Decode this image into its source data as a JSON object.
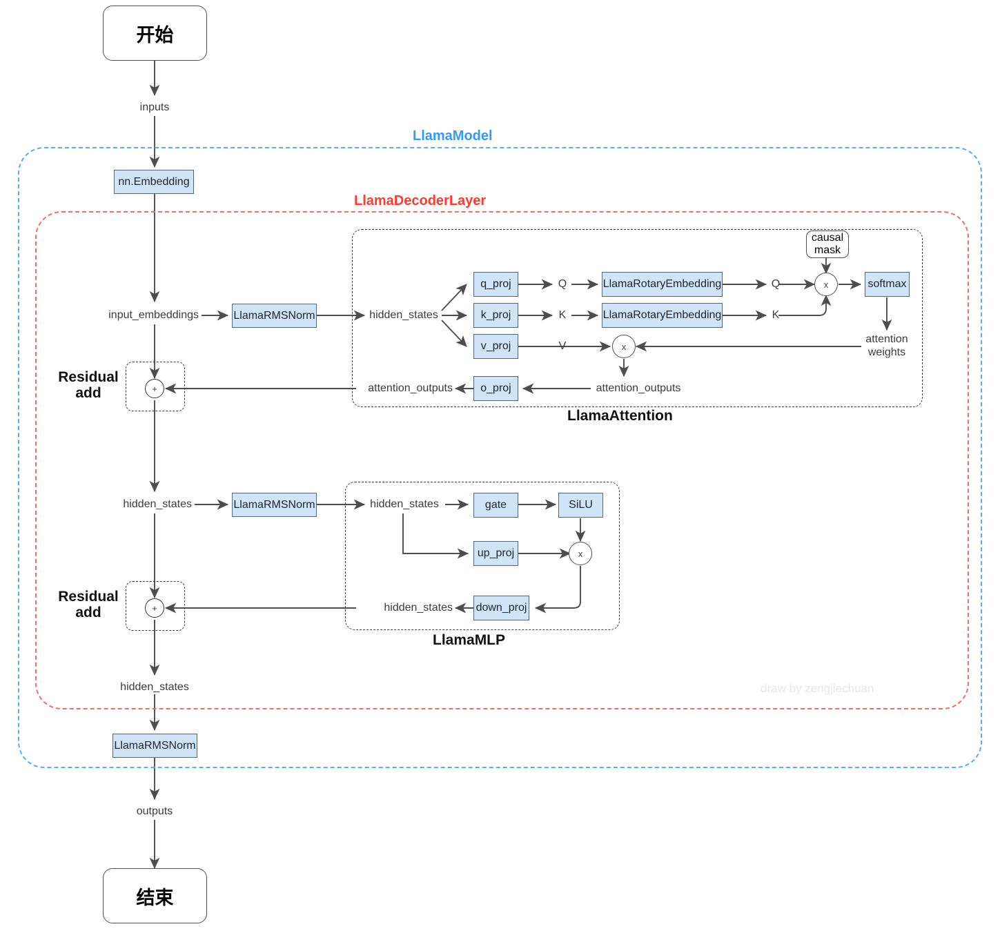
{
  "diagram": {
    "title_watermark": "draw by zengjiechuan",
    "groups": {
      "model": "LlamaModel",
      "decoder": "LlamaDecoderLayer",
      "attention": "LlamaAttention",
      "mlp": "LlamaMLP"
    },
    "terminators": {
      "start": "开始",
      "end": "结束"
    },
    "residual": {
      "line1": "Residual",
      "line2": "add",
      "symbol": "+"
    },
    "nodes": {
      "embedding": "nn.Embedding",
      "rmsnorm_attn": "LlamaRMSNorm",
      "rmsnorm_mlp": "LlamaRMSNorm",
      "rmsnorm_final": "LlamaRMSNorm",
      "q_proj": "q_proj",
      "k_proj": "k_proj",
      "v_proj": "v_proj",
      "o_proj": "o_proj",
      "rotary_q": "LlamaRotaryEmbedding",
      "rotary_k": "LlamaRotaryEmbedding",
      "softmax": "softmax",
      "causal_mask": "causal\nmask",
      "causal_mask_l1": "causal",
      "causal_mask_l2": "mask",
      "gate": "gate",
      "silu": "SiLU",
      "up_proj": "up_proj",
      "down_proj": "down_proj",
      "mul_symbol": "x"
    },
    "edge_labels": {
      "inputs": "inputs",
      "input_embeddings": "input_embeddings",
      "hidden_states_attn_in": "hidden_states",
      "q": "Q",
      "k": "K",
      "v": "V",
      "q_rotated": "Q",
      "k_rotated": "K",
      "attention_weights_l1": "attention",
      "attention_weights_l2": "weights",
      "attention_outputs_mid": "attention_outputs",
      "attention_outputs_out": "attention_outputs",
      "hidden_states_mlp_trunk": "hidden_states",
      "hidden_states_mlp_in": "hidden_states",
      "hidden_states_mlp_out": "hidden_states",
      "hidden_states_final": "hidden_states",
      "outputs": "outputs"
    },
    "colors": {
      "process_fill": "#cfe4f7",
      "process_stroke": "#51657c",
      "model_border": "#5aabf0",
      "decoder_border": "#f26b6b",
      "inner_border": "#3b3b3b",
      "edge": "#4d4d4d"
    }
  }
}
